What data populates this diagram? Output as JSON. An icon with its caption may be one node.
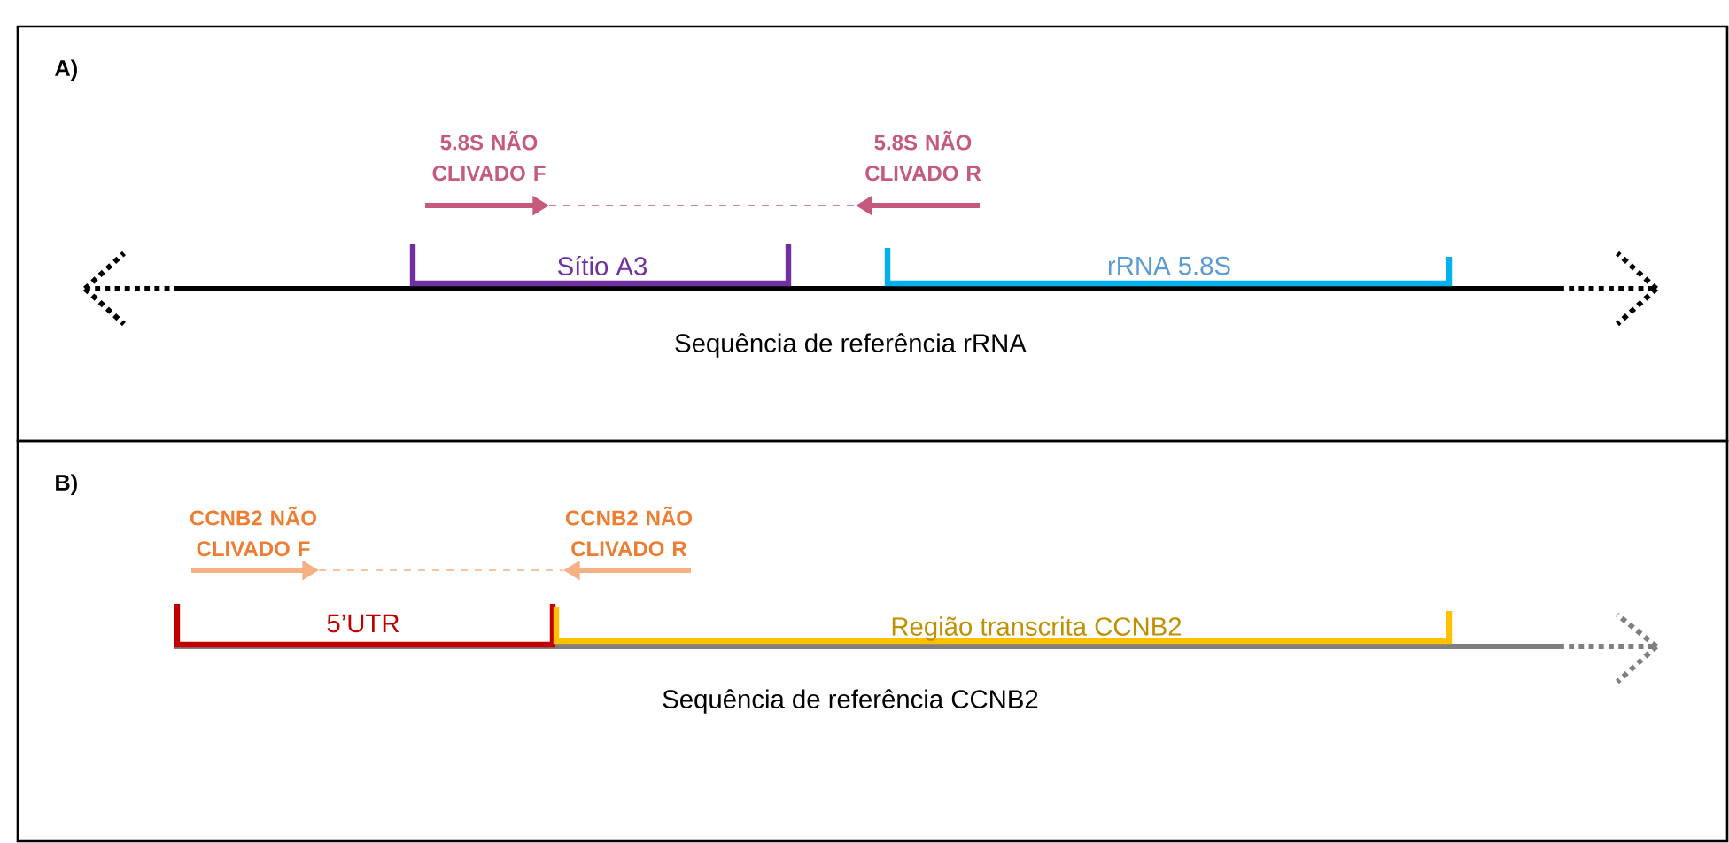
{
  "diagram": {
    "nodes": [
      {
        "text": [
          "A)"
        ]
      },
      {
        "text": [
          "5.8S NÃO CLIVADO F"
        ],
        "in": 0
      },
      {
        "text": [
          "5.8S NÃO CLIVADO R"
        ],
        "in": 0
      },
      {
        "text": [
          "Sítio A3"
        ],
        "in": 0
      },
      {
        "text": [
          "rRNA 5.8S"
        ],
        "in": 0
      },
      {
        "text": [
          "B)"
        ]
      },
      {
        "text": [
          "CCNB2 NÃO CLIVADO F"
        ],
        "in": 5
      },
      {
        "text": [
          "CCNB2 NÃO CLIVADO R"
        ],
        "in": 5
      },
      {
        "text": [
          "5’UTR"
        ],
        "in": 5
      },
      {
        "text": [
          "Região transcrita CCNB2"
        ],
        "in": 5
      }
    ],
    "edges": [
      {
        "from": 1,
        "to": 2,
        "arrow": "none",
        "style": "dashed"
      },
      {
        "from": 6,
        "to": 7,
        "arrow": "none",
        "style": "dashed"
      }
    ],
    "labels": [
      "Sequência de referência rRNA",
      "Sequência de referência CCNB2"
    ]
  }
}
